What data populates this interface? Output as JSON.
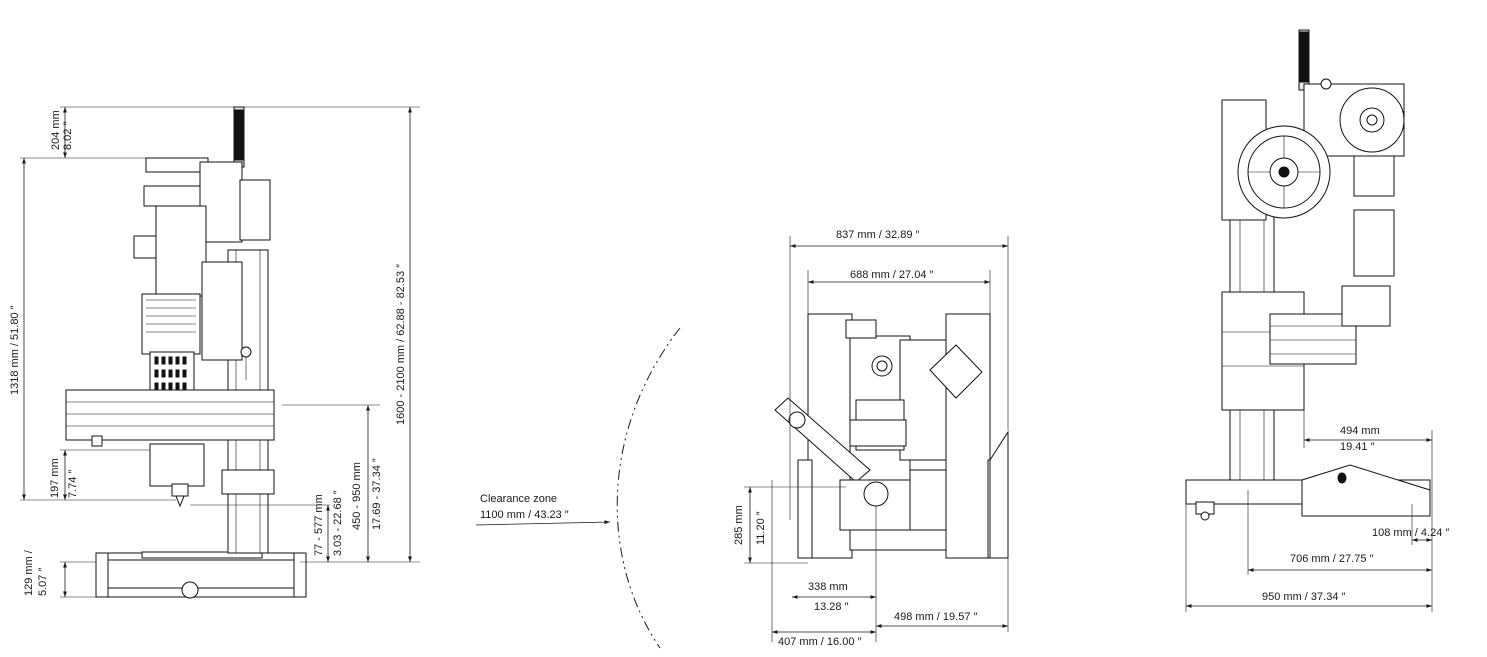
{
  "colors": {
    "ink": "#1a1a1a",
    "paper": "#ffffff",
    "shade": "#e8e8e8"
  },
  "side_view": {
    "dim_top_mm": "204 mm",
    "dim_top_in": "8.02 ″",
    "dim_column_mm_in": "1318 mm / 51.80 ″",
    "dim_total_height": "1600 - 2100 mm / 62.88 - 82.53 ″",
    "dim_head_mm": "197 mm",
    "dim_head_in": "7.74 ″",
    "dim_stroke_mm": "77 - 577 mm",
    "dim_stroke_in": "3.03 - 22.68 ″",
    "dim_table_mm": "450 - 950 mm",
    "dim_table_in": "17.69 - 37.34 ″",
    "dim_base_mm": "129 mm /",
    "dim_base_in": "5.07 ″"
  },
  "top_view": {
    "clearance_label": "Clearance zone",
    "clearance_value": "1100 mm / 43.23 ″",
    "dim_width_outer": "837 mm / 32.89 ″",
    "dim_width_inner": "688 mm / 27.04 ″",
    "dim_depth_mm": "285 mm",
    "dim_depth_in": "11.20 ″",
    "dim_offset_mm": "338 mm",
    "dim_offset_in": "13.28 ″",
    "dim_left": "407 mm / 16.00 ″",
    "dim_right": "498 mm / 19.57 ″"
  },
  "front_view": {
    "dim_reach_mm": "494 mm",
    "dim_reach_in": "19.41 ″",
    "dim_foot": "108 mm / 4.24 ″",
    "dim_mid": "706 mm / 27.75 ″",
    "dim_total": "950 mm / 37.34 ″"
  }
}
